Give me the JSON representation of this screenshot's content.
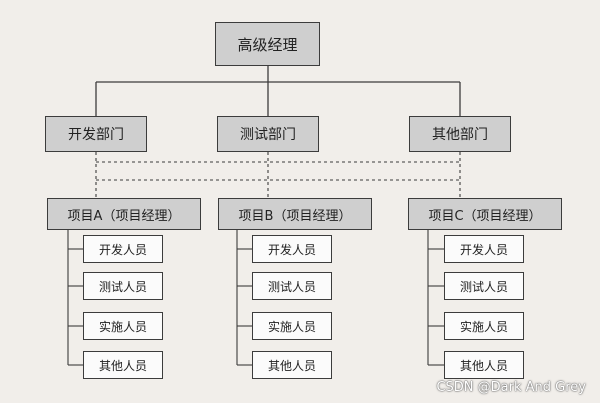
{
  "top": {
    "label": "高级经理"
  },
  "departments": [
    {
      "label": "开发部门"
    },
    {
      "label": "测试部门"
    },
    {
      "label": "其他部门"
    }
  ],
  "projects": [
    {
      "label": "项目A（项目经理）",
      "staff": [
        "开发人员",
        "测试人员",
        "实施人员",
        "其他人员"
      ]
    },
    {
      "label": "项目B（项目经理）",
      "staff": [
        "开发人员",
        "测试人员",
        "实施人员",
        "其他人员"
      ]
    },
    {
      "label": "项目C（项目经理）",
      "staff": [
        "开发人员",
        "测试人员",
        "实施人员",
        "其他人员"
      ]
    }
  ],
  "watermark": "CSDN @Dark And Grey"
}
